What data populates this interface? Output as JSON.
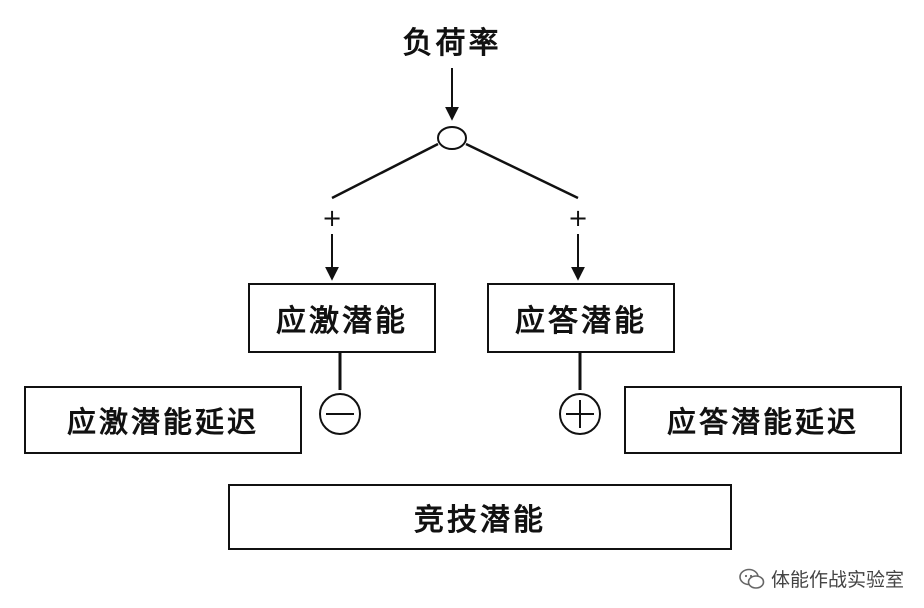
{
  "input_label": "负荷率",
  "left_branch_sign": "+",
  "right_branch_sign": "+",
  "box_stress": "应激潜能",
  "box_response": "应答潜能",
  "box_stress_delay": "应激潜能延迟",
  "box_response_delay": "应答潜能延迟",
  "box_competitive": "竞技潜能",
  "watermark": "体能作战实验室",
  "colors": {
    "line": "#111111",
    "background": "#ffffff"
  }
}
